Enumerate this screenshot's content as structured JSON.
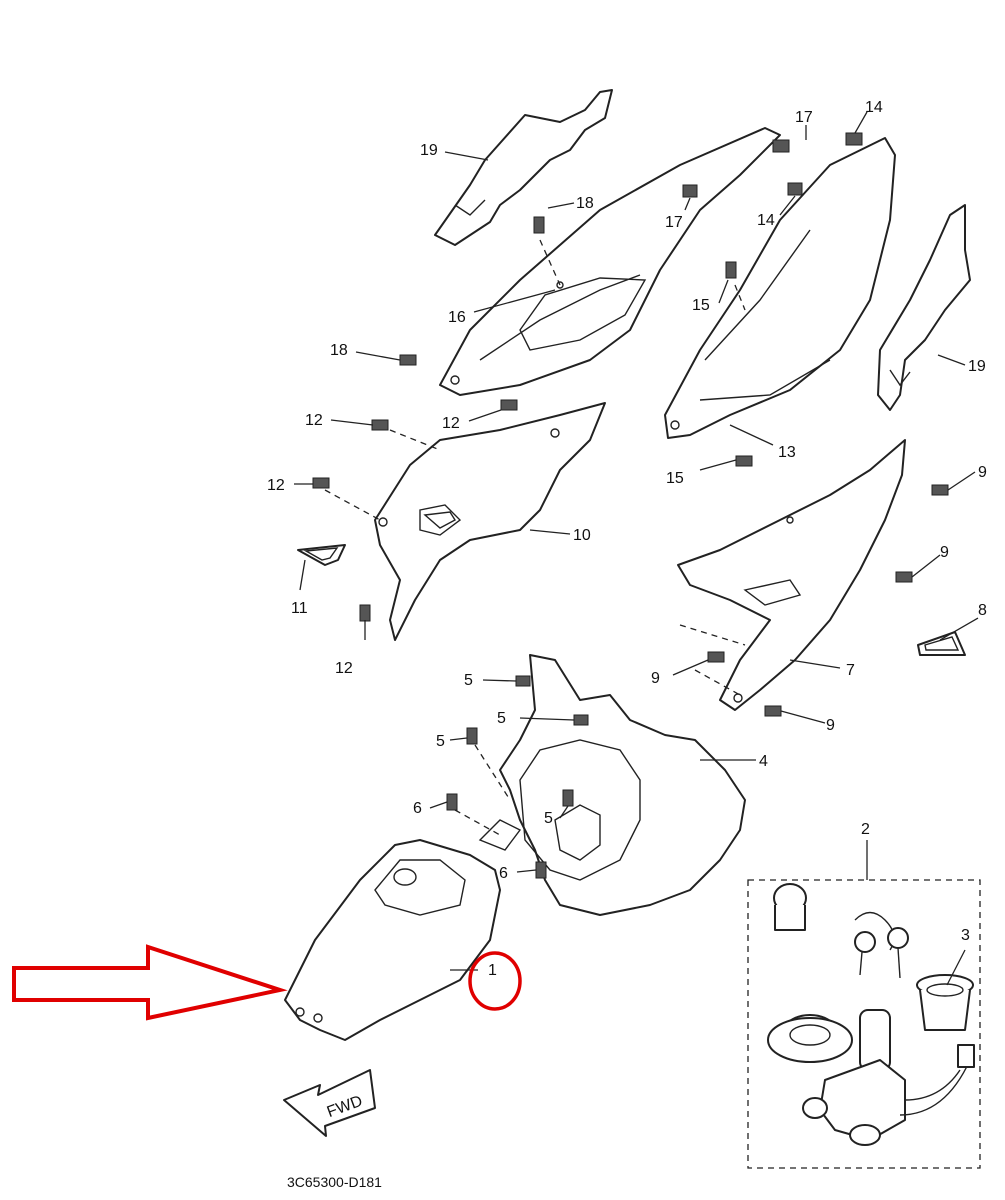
{
  "diagram": {
    "code": "3C65300-D181",
    "fwd_label": "FWD",
    "callouts": [
      {
        "id": "c19a",
        "label": "19"
      },
      {
        "id": "c19b",
        "label": "19"
      },
      {
        "id": "c18a",
        "label": "18"
      },
      {
        "id": "c18b",
        "label": "18"
      },
      {
        "id": "c17a",
        "label": "17"
      },
      {
        "id": "c17b",
        "label": "17"
      },
      {
        "id": "c14a",
        "label": "14"
      },
      {
        "id": "c14b",
        "label": "14"
      },
      {
        "id": "c16",
        "label": "16"
      },
      {
        "id": "c15a",
        "label": "15"
      },
      {
        "id": "c15b",
        "label": "15"
      },
      {
        "id": "c13",
        "label": "13"
      },
      {
        "id": "c12a",
        "label": "12"
      },
      {
        "id": "c12b",
        "label": "12"
      },
      {
        "id": "c12c",
        "label": "12"
      },
      {
        "id": "c12d",
        "label": "12"
      },
      {
        "id": "c10",
        "label": "10"
      },
      {
        "id": "c11",
        "label": "11"
      },
      {
        "id": "c9a",
        "label": "9"
      },
      {
        "id": "c9b",
        "label": "9"
      },
      {
        "id": "c9c",
        "label": "9"
      },
      {
        "id": "c9d",
        "label": "9"
      },
      {
        "id": "c8",
        "label": "8"
      },
      {
        "id": "c7",
        "label": "7"
      },
      {
        "id": "c5a",
        "label": "5"
      },
      {
        "id": "c5b",
        "label": "5"
      },
      {
        "id": "c5c",
        "label": "5"
      },
      {
        "id": "c5d",
        "label": "5"
      },
      {
        "id": "c4",
        "label": "4"
      },
      {
        "id": "c6a",
        "label": "6"
      },
      {
        "id": "c6b",
        "label": "6"
      },
      {
        "id": "c2",
        "label": "2"
      },
      {
        "id": "c3",
        "label": "3"
      },
      {
        "id": "c1",
        "label": "1"
      }
    ],
    "highlight_color": "#e00000"
  }
}
